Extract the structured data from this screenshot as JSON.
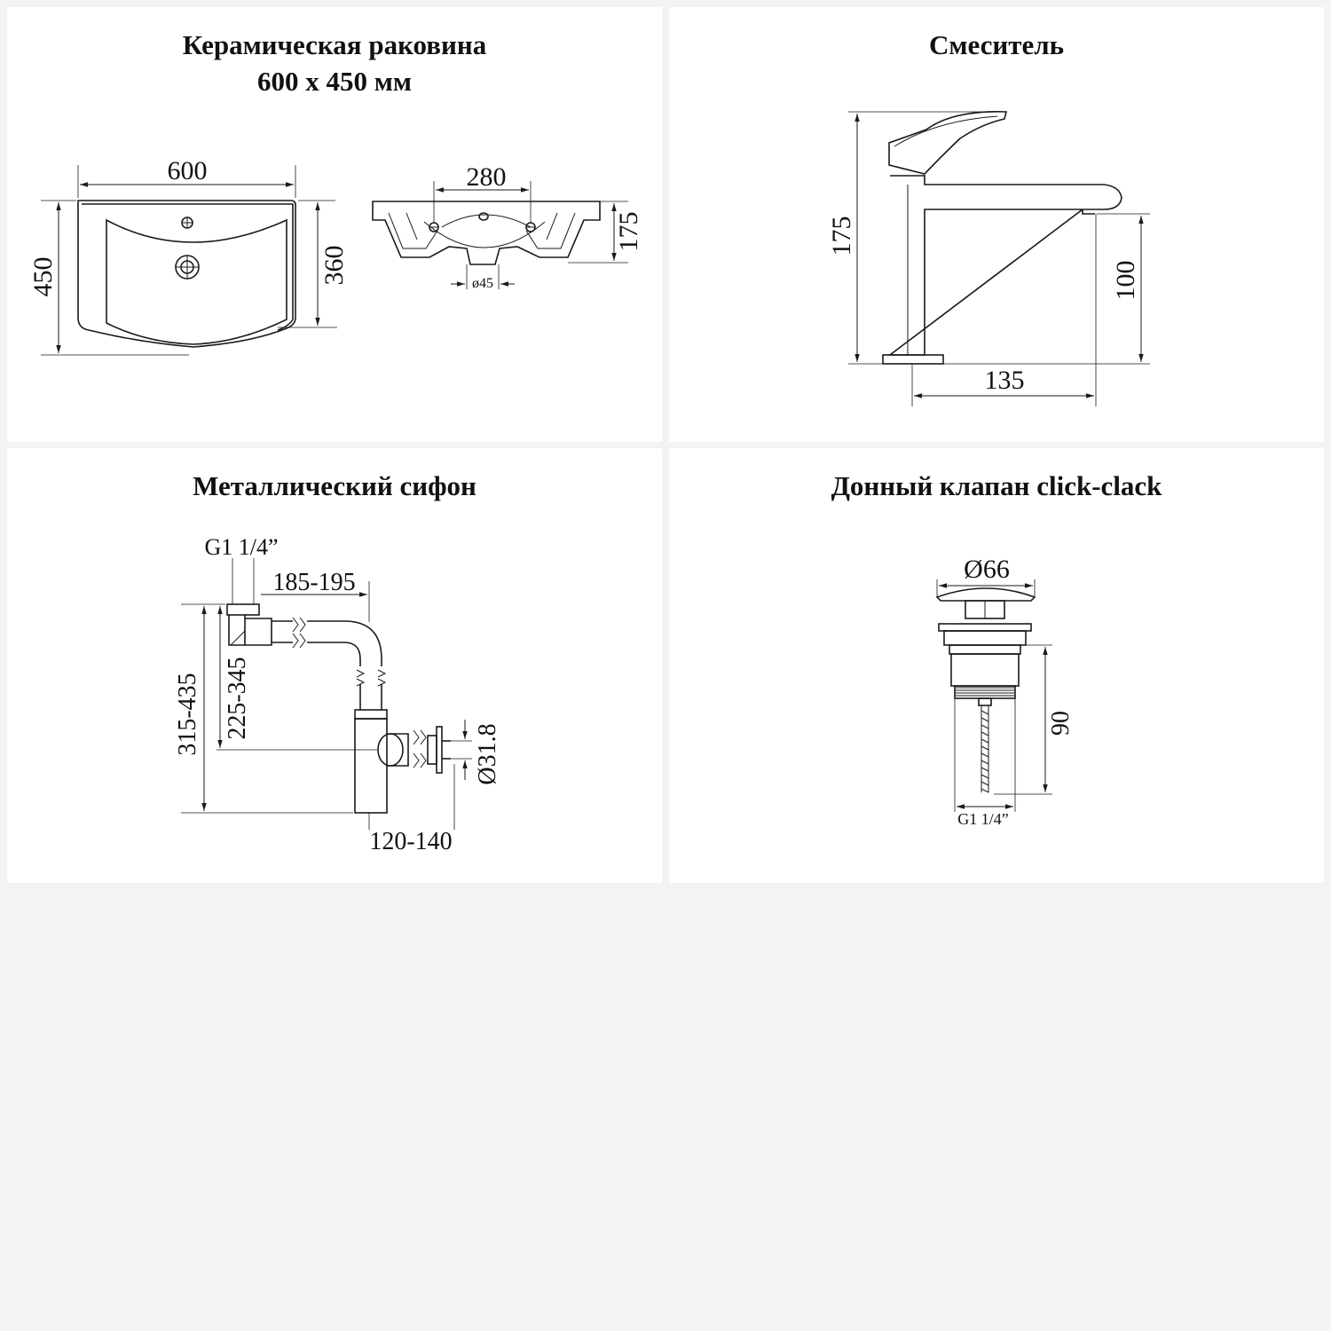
{
  "panels": {
    "sink": {
      "title_line1": "Керамическая раковина",
      "title_line2": "600 x 450 мм",
      "dims": {
        "width": "600",
        "depth": "450",
        "bowl_depth": "360",
        "hole_spacing": "280",
        "height": "175",
        "drain": "ø45"
      }
    },
    "faucet": {
      "title": "Смеситель",
      "dims": {
        "height": "175",
        "spout_height": "100",
        "reach": "135"
      }
    },
    "siphon": {
      "title": "Металлический сифон",
      "dims": {
        "thread": "G1 1/4”",
        "length": "185-195",
        "total_height": "315-435",
        "outlet_height": "225-345",
        "pipe_diameter": "Ø31.8",
        "outlet_offset": "120-140"
      }
    },
    "valve": {
      "title": "Донный клапан click-clack",
      "dims": {
        "diameter": "Ø66",
        "height": "90",
        "thread": "G1 1/4”"
      }
    }
  }
}
